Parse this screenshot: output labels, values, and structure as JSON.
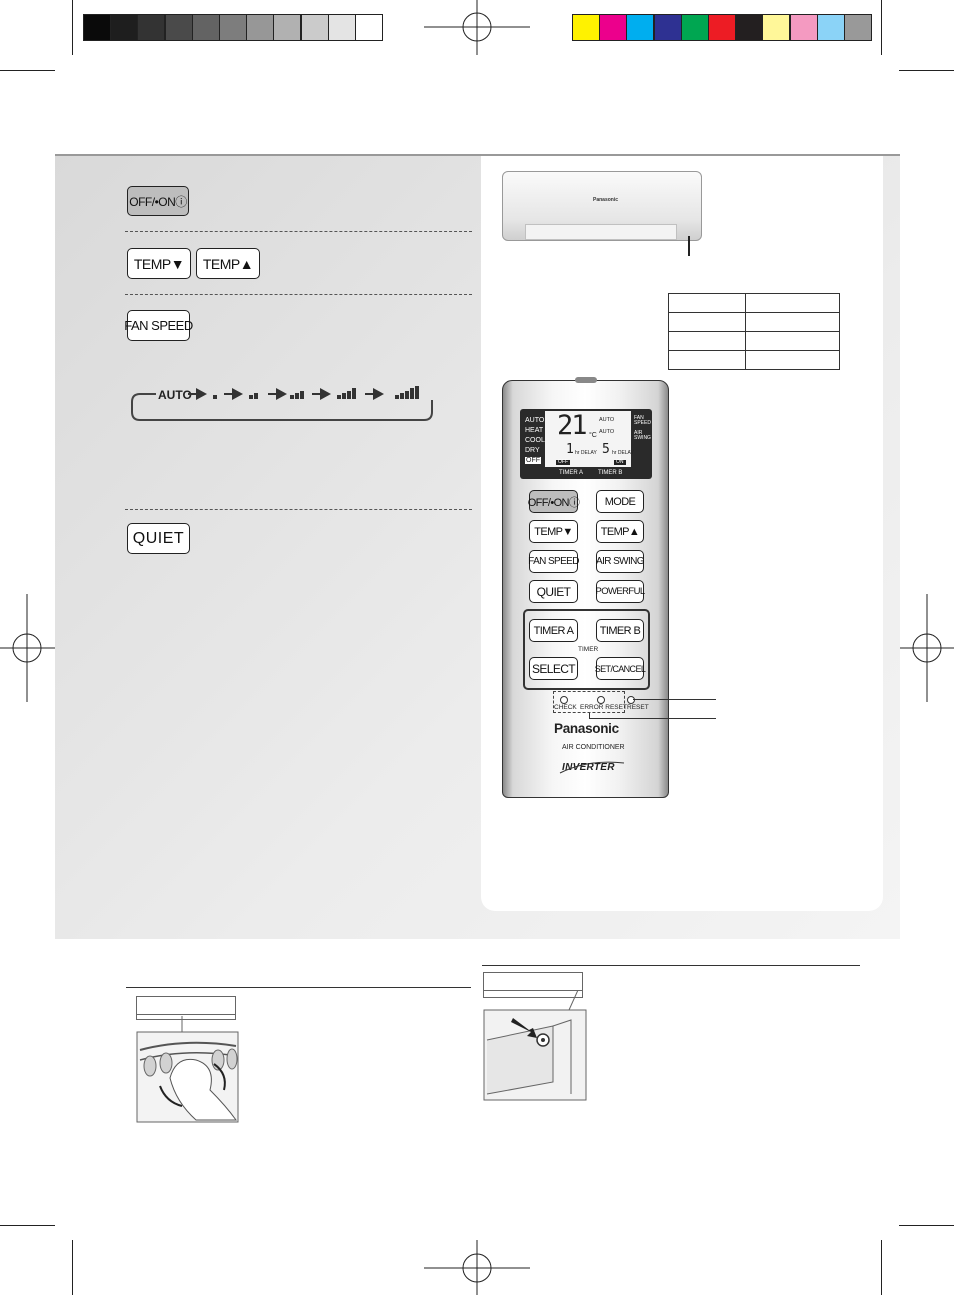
{
  "color_bars": {
    "grays": [
      "#0a0a0a",
      "#1e1e1e",
      "#333333",
      "#4a4a4a",
      "#636363",
      "#7d7d7d",
      "#979797",
      "#b1b1b1",
      "#cbcbcb",
      "#e4e4e4",
      "#ffffff"
    ],
    "colors": [
      "#fff200",
      "#ec008c",
      "#00aeef",
      "#2e3192",
      "#00a651",
      "#ed1c24",
      "#231f20",
      "#fff799",
      "#f49ac1",
      "#8bd3f7",
      "#999999"
    ]
  },
  "left_keys": {
    "off_on": "OFF/•ONⓘ",
    "temp_down": "TEMP▼",
    "temp_up": "TEMP▲",
    "fan_speed": "FAN SPEED",
    "quiet": "QUIET"
  },
  "fan_sequence": {
    "start": "AUTO",
    "steps": [
      1,
      2,
      3,
      4,
      5
    ]
  },
  "indoor_unit": {
    "brand": "Panasonic"
  },
  "remote": {
    "lcd": {
      "modes": [
        "AUTO",
        "HEAT",
        "COOL",
        "DRY",
        "OFF"
      ],
      "temp": "21",
      "unit": "°C",
      "auto_a": "AUTO",
      "auto_b": "AUTO",
      "fan_speed": "FAN SPEED",
      "air_swing": "AIR SWING",
      "timer_a_value": "1",
      "timer_b_value": "5",
      "hr_delay_a": "hr DELAY",
      "hr_delay_b": "hr DELAY",
      "off_badge": "OFF",
      "on_badge": "ON",
      "timer_a_label": "TIMER A",
      "timer_b_label": "TIMER B"
    },
    "buttons": {
      "off_on": "OFF/•ONⓘ",
      "mode": "MODE",
      "temp_down": "TEMP▼",
      "temp_up": "TEMP▲",
      "fan_speed": "FAN SPEED",
      "air_swing": "AIR SWING",
      "quiet": "QUIET",
      "powerful": "POWERFUL",
      "timer_a": "TIMER A",
      "timer_b": "TIMER B",
      "timer_group": "TIMER",
      "select": "SELECT",
      "set_cancel": "SET/CANCEL"
    },
    "check": "CHECK",
    "error_reset": "ERROR RESET",
    "reset": "RESET",
    "brand": "Panasonic",
    "product": "AIR CONDITIONER",
    "inverter": "INVERTER"
  }
}
